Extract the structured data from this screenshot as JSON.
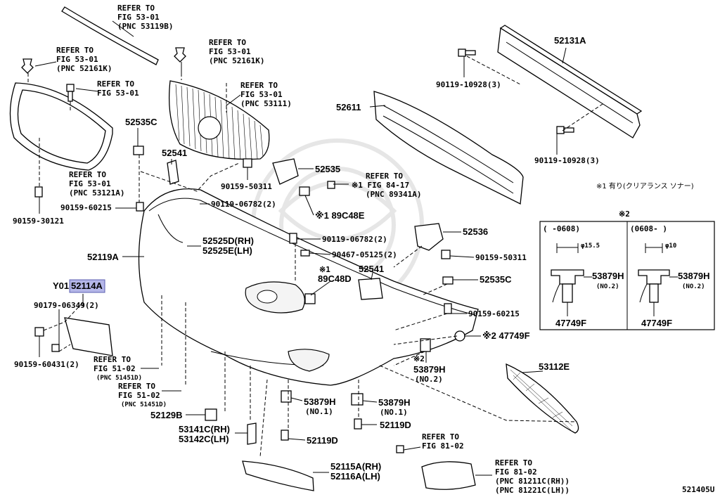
{
  "diagram": {
    "id_code": "521405U",
    "note": "※1 有り(クリアランス ソナー)",
    "detail_box": {
      "title": "※2",
      "left_header": "(   -0608)",
      "right_header": "(0608-   )",
      "left_dim": "φ15.5",
      "right_dim": "φ10",
      "left_part": "53879H",
      "left_part_sub": "(NO.2)",
      "right_part": "53879H",
      "right_part_sub": "(NO.2)",
      "left_bottom": "47749F",
      "right_bottom": "47749F"
    },
    "refs": {
      "r1": {
        "line1": "REFER TO",
        "line2": "FIG 53-01",
        "line3": "(PNC 53119B)"
      },
      "r2": {
        "line1": "REFER TO",
        "line2": "FIG 53-01",
        "line3": "(PNC 52161K)"
      },
      "r3": {
        "line1": "REFER TO",
        "line2": "FIG 53-01",
        "line3": "(PNC 52161K)"
      },
      "r4": {
        "line1": "REFER TO",
        "line2": "FIG 53-01"
      },
      "r5": {
        "line1": "REFER TO",
        "line2": "FIG 53-01",
        "line3": "(PNC 53111)"
      },
      "r6": {
        "line1": "REFER TO",
        "line2": "FIG 53-01",
        "line3": "(PNC 53121A)"
      },
      "r7": {
        "line1": "REFER TO",
        "line2": "※1 FIG 84-17",
        "line3": "(PNC 89341A)"
      },
      "r8": {
        "line1": "REFER TO",
        "line2": "FIG 51-02",
        "line3": "(PNC 51451D)"
      },
      "r9": {
        "line1": "REFER TO",
        "line2": "FIG 51-02",
        "line3": "(PNC 51451D)"
      },
      "r10": {
        "line1": "REFER TO",
        "line2": "FIG 81-02"
      },
      "r11": {
        "line1": "REFER TO",
        "line2": "FIG 81-02",
        "line3": "(PNC 81211C(RH))",
        "line4": "(PNC 81221C(LH))"
      }
    },
    "parts": {
      "p52131A": "52131A",
      "p90119_10928_a": "90119-10928(3)",
      "p90119_10928_b": "90119-10928(3)",
      "p52611": "52611",
      "p52535C_a": "52535C",
      "p52541_a": "52541",
      "p52535": "52535",
      "p90159_50311_a": "90159-50311",
      "p89C48E": "※1 89C48E",
      "p90119_06782_a": "90119-06782(2)",
      "p90159_60215_a": "90159-60215",
      "p90159_30121": "90159-30121",
      "p52525D": "52525D(RH)",
      "p52525E": "52525E(LH)",
      "p52119A": "52119A",
      "p90119_06782_b": "90119-06782(2)",
      "p90467": "90467-05125(2)",
      "p52536": "52536",
      "p90159_50311_b": "90159-50311",
      "p89C48D_mark": "※1",
      "p89C48D": "89C48D",
      "p52541_b": "52541",
      "p52535C_b": "52535C",
      "y01_prefix": "Y01",
      "p52114A": "52114A",
      "p90179": "90179-06349(2)",
      "p90159_60215_b": "90159-60215",
      "p47749F": "※2 47749F",
      "p90159_60431": "90159-60431(2)",
      "p53879H_mark": "※2",
      "p53879H_a": "53879H",
      "p53879H_a_sub": "(NO.2)",
      "p53112E": "53112E",
      "p53879H_b": "53879H",
      "p53879H_b_sub": "(NO.1)",
      "p53879H_c": "53879H",
      "p53879H_c_sub": "(NO.1)",
      "p52119D_a": "52119D",
      "p52119D_b": "52119D",
      "p52129B": "52129B",
      "p53141C": "53141C(RH)",
      "p53142C": "53142C(LH)",
      "p52115A": "52115A(RH)",
      "p52116A": "52116A(LH)"
    }
  }
}
